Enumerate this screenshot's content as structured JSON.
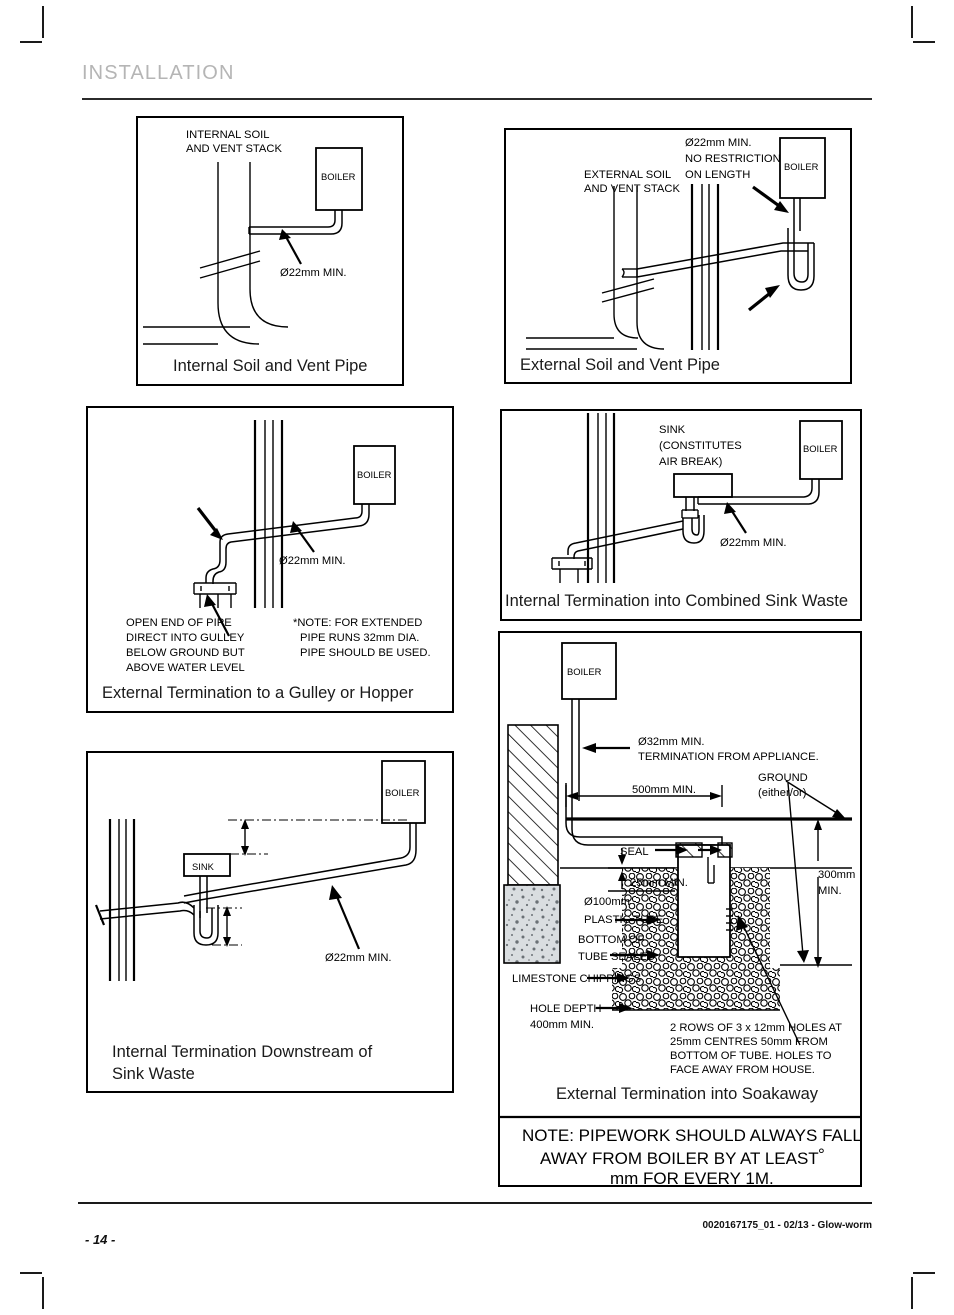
{
  "header": {
    "title": "INSTALLATION"
  },
  "footer": {
    "page_number": "- 14 -",
    "doc_code": "0020167175_01 - 02/13 - Glow-worm"
  },
  "panels": {
    "internal_soil_vent": {
      "caption": "Internal Soil and Vent Pipe",
      "label_stack_line1": "INTERNAL SOIL",
      "label_stack_line2": "AND VENT STACK",
      "label_boiler": "BOILER",
      "label_diameter": "Ø22mm MIN."
    },
    "external_soil_vent": {
      "caption": "External Soil and Vent Pipe",
      "label_stack_line1": "EXTERNAL SOIL",
      "label_stack_line2": "AND VENT STACK",
      "label_boiler": "BOILER",
      "label_diameter_line1": "Ø22mm MIN.",
      "label_diameter_line2": "NO RESTRICTION",
      "label_diameter_line3": "ON LENGTH"
    },
    "gulley_hopper": {
      "caption": "External Termination to a Gulley or Hopper",
      "label_boiler": "BOILER",
      "label_diameter": "Ø22mm MIN.",
      "note_left_line1": "OPEN END OF PIPE",
      "note_left_line2": "DIRECT INTO GULLEY",
      "note_left_line3": "BELOW GROUND BUT",
      "note_left_line4": "ABOVE WATER LEVEL",
      "note_right_line1": "*NOTE: FOR EXTENDED",
      "note_right_line2": "PIPE RUNS 32mm DIA.",
      "note_right_line3": "PIPE SHOULD BE USED."
    },
    "combined_sink_waste": {
      "caption": "Internal Termination into Combined Sink Waste",
      "label_boiler": "BOILER",
      "label_sink_line1": "SINK",
      "label_sink_line2": "(CONSTITUTES",
      "label_sink_line3": "AIR BREAK)",
      "label_diameter": "Ø22mm MIN."
    },
    "downstream_sink_waste": {
      "caption_line1": "Internal Termination Downstream of",
      "caption_line2": "Sink Waste",
      "label_boiler": "BOILER",
      "label_sink": "SINK",
      "label_diameter": "Ø22mm MIN."
    },
    "soakaway": {
      "caption": "External Termination into Soakaway",
      "label_boiler": "BOILER",
      "label_termination_line1": "Ø32mm MIN.",
      "label_termination_line2": "TERMINATION FROM APPLIANCE.",
      "label_ground_line1": "GROUND",
      "label_ground_line2": "(either/or)",
      "label_500mm": "500mm MIN.",
      "label_seal": "SEAL",
      "label_25mm": "25mm MIN.",
      "label_300mm_line1": "300mm",
      "label_300mm_line2": "MIN.",
      "label_tube_line1": "Ø100mm",
      "label_tube_line2": "PLASTIC TUBE",
      "label_bottom_line1": "BOTTOM OF",
      "label_bottom_line2": "TUBE SEALED",
      "label_chippings": "LIMESTONE CHIPPINGS",
      "label_hole_depth_line1": "HOLE DEPTH",
      "label_hole_depth_line2": "400mm MIN.",
      "label_holes_line1": "2 ROWS OF 3 x 12mm HOLES AT",
      "label_holes_line2": "25mm CENTRES 50mm FROM",
      "label_holes_line3": "BOTTOM OF TUBE. HOLES TO",
      "label_holes_line4": "FACE AWAY FROM HOUSE.",
      "note_line1": "NOTE: PIPEWORK SHOULD ALWAYS FALL",
      "note_line2_a": "AWAY FROM BOILER BY AT LEAST",
      "note_line2_b": "°",
      "note_line3": "mm FOR EVERY 1M."
    }
  },
  "colors": {
    "title_gray": "#b5b5b5",
    "line_black": "#000000",
    "concrete_fill": "#d9dde0",
    "page_bg": "#ffffff"
  }
}
